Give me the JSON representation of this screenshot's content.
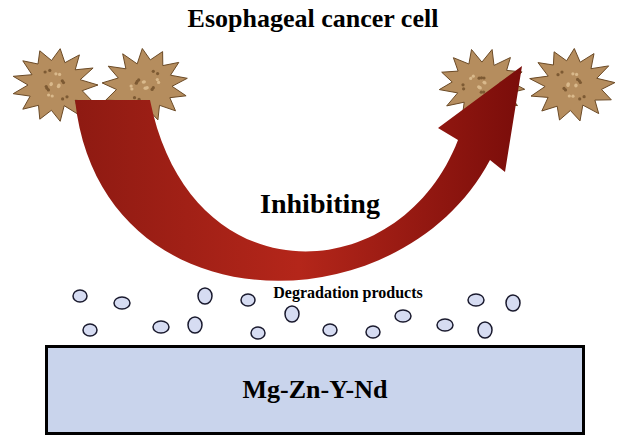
{
  "diagram": {
    "title": "Esophageal cancer cell",
    "nodes": [
      {
        "text": [
          "Mg-Zn-Y-Nd"
        ]
      }
    ],
    "labels": [
      "Inhibiting",
      "Degradation products"
    ]
  }
}
